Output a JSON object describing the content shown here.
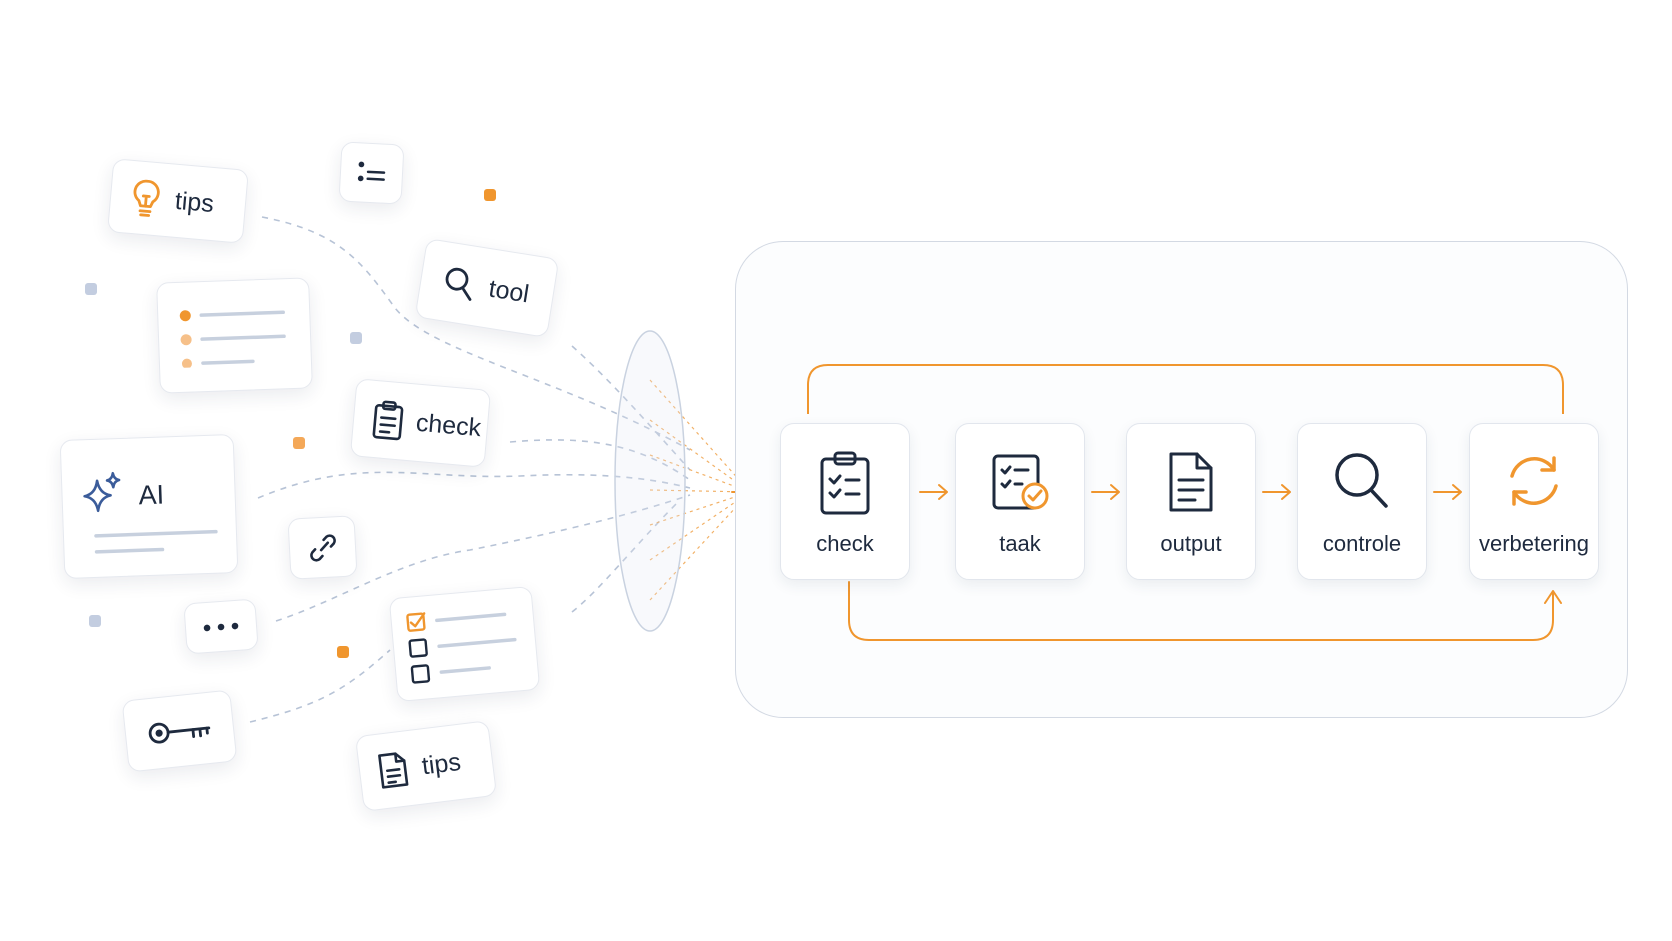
{
  "scattered_cards": {
    "tips_top": {
      "label": "tips",
      "icon": "lightbulb-icon"
    },
    "list_icon": {
      "icon": "list-icon"
    },
    "tool": {
      "label": "tool",
      "icon": "search-icon"
    },
    "bullet_list": {
      "icon": "bullet-list-icon"
    },
    "check": {
      "label": "check",
      "icon": "clipboard-icon"
    },
    "ai": {
      "label": "AI",
      "icon": "sparkle-icon"
    },
    "link": {
      "icon": "link-icon"
    },
    "more": {
      "icon": "more-icon"
    },
    "checklist": {
      "icon": "checklist-icon"
    },
    "key": {
      "icon": "key-icon"
    },
    "tips_bottom": {
      "label": "tips",
      "icon": "document-icon"
    }
  },
  "pipeline": {
    "steps": [
      {
        "label": "check",
        "icon": "clipboard-check-icon"
      },
      {
        "label": "taak",
        "icon": "task-check-icon"
      },
      {
        "label": "output",
        "icon": "document-icon"
      },
      {
        "label": "controle",
        "icon": "search-icon"
      },
      {
        "label": "verbetering",
        "icon": "refresh-icon"
      }
    ]
  },
  "colors": {
    "accent": "#f0962e",
    "navy": "#1e2a3e",
    "dashed_line": "#b7c3d6",
    "muted_square": "#c3cde0"
  }
}
